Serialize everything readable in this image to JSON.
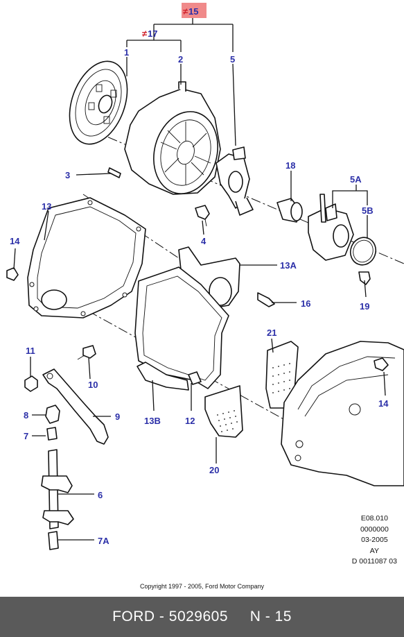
{
  "callouts": {
    "c15": "15",
    "c17": "17",
    "c1": "1",
    "c2": "2",
    "c5": "5",
    "c3": "3",
    "c18": "18",
    "c5a": "5A",
    "c5b": "5B",
    "c13": "13",
    "c4": "4",
    "c14a": "14",
    "c13a": "13A",
    "c16": "16",
    "c19": "19",
    "c11": "11",
    "c21": "21",
    "c10": "10",
    "c8": "8",
    "c9": "9",
    "c7": "7",
    "c13b": "13B",
    "c12": "12",
    "c14b": "14",
    "c20": "20",
    "c6": "6",
    "c7a": "7A"
  },
  "not_interchangeable_mark": "≠",
  "reference": {
    "line1": "E08.010",
    "line2": "0000000",
    "line3": "03-2005",
    "line4": "AY",
    "line5": "D 0011087 03"
  },
  "copyright": "Copyright 1997 - 2005, Ford Motor Company",
  "footer": {
    "brand": "FORD",
    "part_number": "5029605",
    "page": "N - 15"
  },
  "colors": {
    "callout_text": "#2b2fa8",
    "highlight_box": "#f08a8a",
    "not_interchangeable_mark": "#d0202a",
    "footer_bg": "#5a5a5a"
  }
}
